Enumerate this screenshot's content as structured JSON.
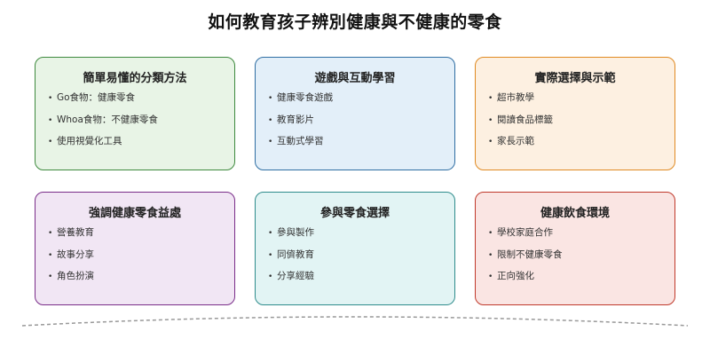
{
  "title": "如何教育孩子辨別健康與不健康的零食",
  "cards": [
    {
      "title": "簡單易懂的分類方法",
      "items": [
        "Go食物：健康零食",
        "Whoa食物：不健康零食",
        "使用視覺化工具"
      ],
      "bg": "#e8f4e6",
      "border": "#3e8a3e"
    },
    {
      "title": "遊戲與互動學習",
      "items": [
        "健康零食遊戲",
        "教育影片",
        "互動式學習"
      ],
      "bg": "#e3eff9",
      "border": "#2f6ea3"
    },
    {
      "title": "實際選擇與示範",
      "items": [
        "超市教學",
        "閱讀食品標籤",
        "家長示範"
      ],
      "bg": "#fdf0e1",
      "border": "#e08a22"
    },
    {
      "title": "強調健康零食益處",
      "items": [
        "營養教育",
        "故事分享",
        "角色扮演"
      ],
      "bg": "#f1e6f4",
      "border": "#7a2d89"
    },
    {
      "title": "參與零食選擇",
      "items": [
        "參與製作",
        "同儕教育",
        "分享經驗"
      ],
      "bg": "#e2f4f4",
      "border": "#2f8c8c"
    },
    {
      "title": "健康飲食環境",
      "items": [
        "學校家庭合作",
        "限制不健康零食",
        "正向強化"
      ],
      "bg": "#fae5e3",
      "border": "#c0392b"
    }
  ],
  "bullet": "•",
  "line_color": "#999999"
}
